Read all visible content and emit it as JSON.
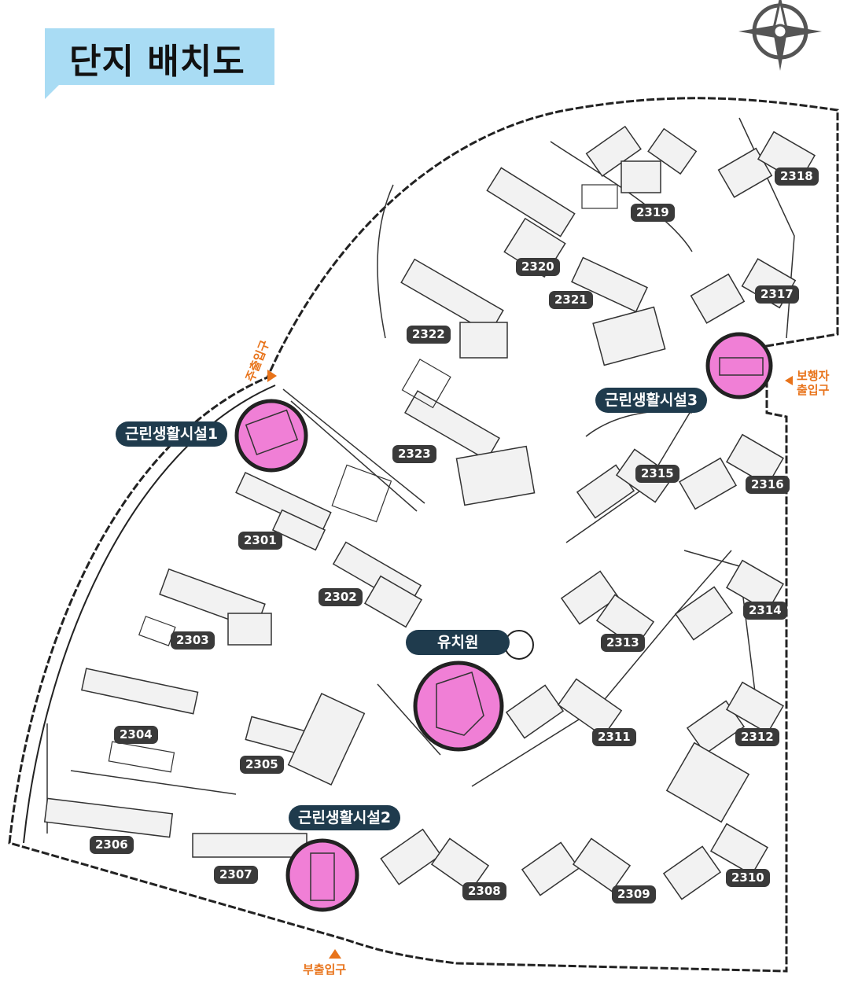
{
  "title": "단지 배치도",
  "buildings": [
    "2301",
    "2302",
    "2303",
    "2304",
    "2305",
    "2306",
    "2307",
    "2308",
    "2309",
    "2310",
    "2311",
    "2312",
    "2313",
    "2314",
    "2315",
    "2316",
    "2317",
    "2318",
    "2319",
    "2320",
    "2321",
    "2322",
    "2323"
  ],
  "facilities": {
    "community1": "근린생활시설1",
    "community2": "근린생활시설2",
    "community3": "근린생활시설3",
    "kindergarten": "유치원"
  },
  "entrances": {
    "main": "주출입구",
    "sub": "부출입구",
    "pedestrian_line1": "보행자",
    "pedestrian_line2": "출입구"
  },
  "colors": {
    "title_bg": "#a9dcf4",
    "building_label_bg": "#3a3a3a",
    "facility_label_bg": "#1f3b4d",
    "highlight_circle": "#f07fd6",
    "entrance_text": "#e8731a"
  },
  "icons": {
    "compass": "compass-icon"
  }
}
